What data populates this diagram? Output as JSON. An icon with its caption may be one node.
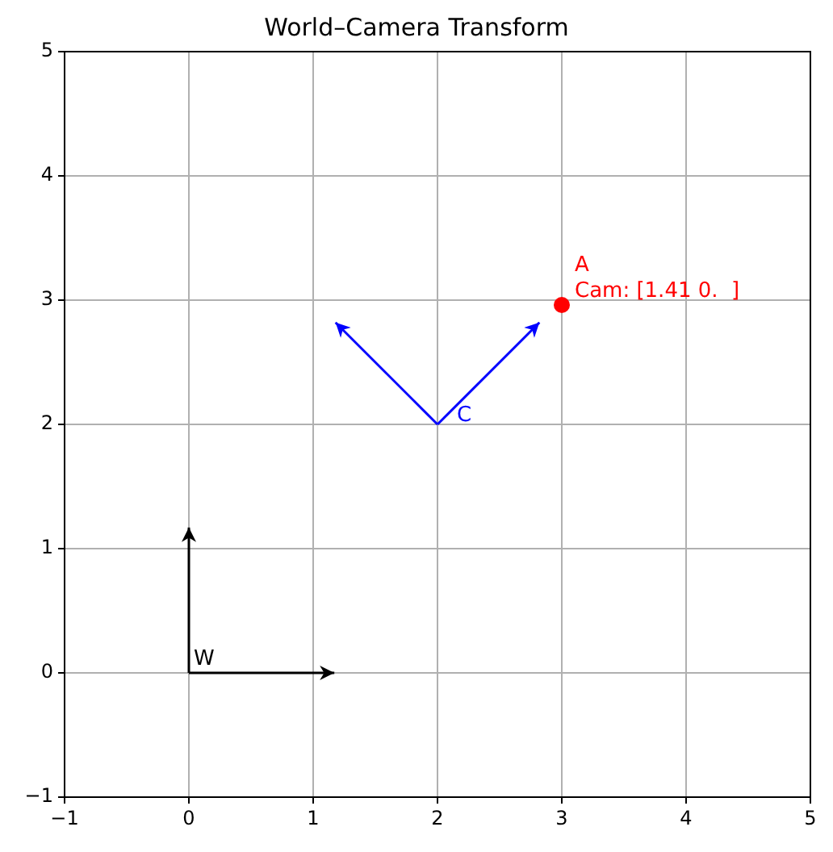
{
  "diagram": {
    "title": "World–Camera Transform",
    "nodes": [
      {
        "text": [
          "W"
        ]
      },
      {
        "text": [
          "C"
        ]
      },
      {
        "text": [],
        "shape": "circle",
        "beside": [
          "A",
          "Cam: [1.41 0.  ]"
        ]
      }
    ],
    "labels": [
      "5",
      "4",
      "3",
      "2",
      "1",
      "0",
      "−1",
      "−1",
      "0",
      "1",
      "2",
      "3",
      "4",
      "5"
    ]
  }
}
